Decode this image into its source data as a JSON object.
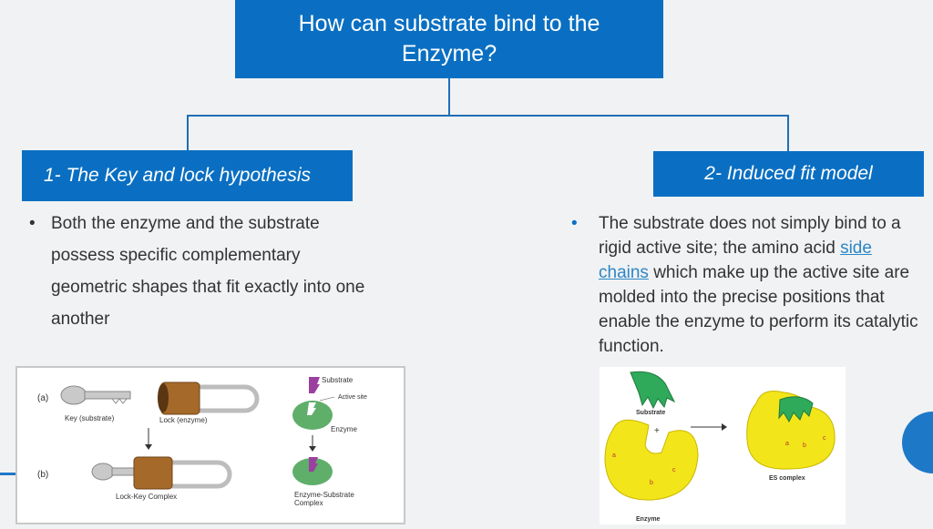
{
  "title": "How can substrate bind to the Enzyme?",
  "left": {
    "heading": "1- The Key and lock hypothesis",
    "bullet": "Both the enzyme and the substrate possess specific complementary geometric shapes that fit exactly into one another"
  },
  "right": {
    "heading": "2- Induced fit model",
    "bullet_before": "The substrate does not simply bind to a rigid active site; the amino acid ",
    "bullet_link": "side chains",
    "bullet_after": " which make up the active site are molded into the precise positions that enable the enzyme to perform its catalytic function."
  },
  "fig_left": {
    "label_a": "(a)",
    "label_b": "(b)",
    "key": "Key (substrate)",
    "lock": "Lock (enzyme)",
    "substrate": "Substrate",
    "active_site": "Active site",
    "enzyme": "Enzyme",
    "lock_key": "Lock-Key Complex",
    "es_line1": "Enzyme-Substrate",
    "es_line2": "Complex"
  },
  "fig_right": {
    "substrate": "Substrate",
    "plus": "+",
    "enzyme": "Enzyme",
    "es_complex": "ES complex",
    "site_a": "a",
    "site_b": "b",
    "site_c": "c"
  },
  "colors": {
    "header_blue": "#0a6fc2",
    "enzyme_yellow": "#f2e51a",
    "substrate_green": "#2eaa5a",
    "lock_brown": "#a5692a",
    "disc_green": "#5fae6a",
    "substrate_purple": "#9b3fa0"
  }
}
